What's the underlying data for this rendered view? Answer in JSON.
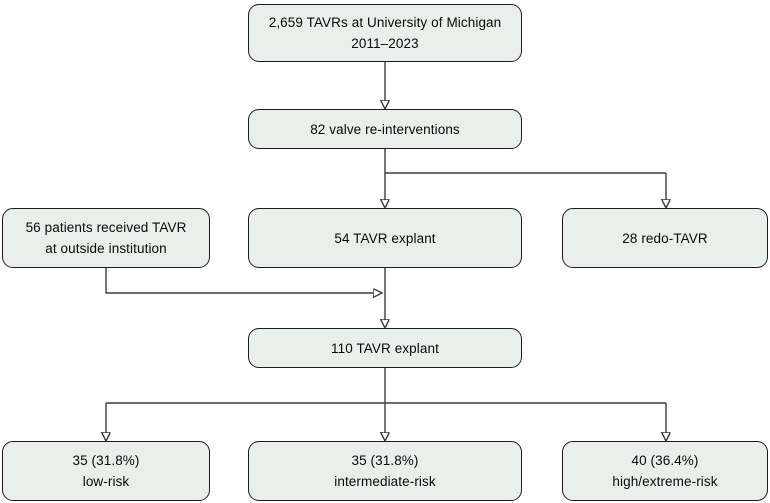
{
  "figure": {
    "background": "#ffffff",
    "box_fill": "#e9efea",
    "box_border": "#1c1c1c",
    "line_color": "#3d3d3d",
    "text_color": "#0a0a0a"
  },
  "nodes": {
    "total": {
      "line1": "2,659 TAVRs at University of Michigan",
      "line2": "2011–2023"
    },
    "reinterventions": {
      "line1": "82 valve re-interventions"
    },
    "outside": {
      "line1": "56 patients received TAVR",
      "line2": "at outside institution"
    },
    "explant54": {
      "line1": "54 TAVR explant"
    },
    "redo28": {
      "line1": "28 redo-TAVR"
    },
    "explant110": {
      "line1": "110 TAVR explant"
    },
    "low_risk": {
      "line1": "35 (31.8%)",
      "line2": "low-risk"
    },
    "intermediate_risk": {
      "line1": "35 (31.8%)",
      "line2": "intermediate-risk"
    },
    "high_risk": {
      "line1": "40 (36.4%)",
      "line2": "high/extreme-risk"
    }
  },
  "edges": [
    {
      "from": "total",
      "to": "reinterventions"
    },
    {
      "from": "reinterventions",
      "to": "explant54"
    },
    {
      "from": "reinterventions",
      "to": "redo28"
    },
    {
      "from": "outside",
      "to": "explant110"
    },
    {
      "from": "explant54",
      "to": "explant110"
    },
    {
      "from": "explant110",
      "to": "low_risk"
    },
    {
      "from": "explant110",
      "to": "intermediate_risk"
    },
    {
      "from": "explant110",
      "to": "high_risk"
    }
  ]
}
